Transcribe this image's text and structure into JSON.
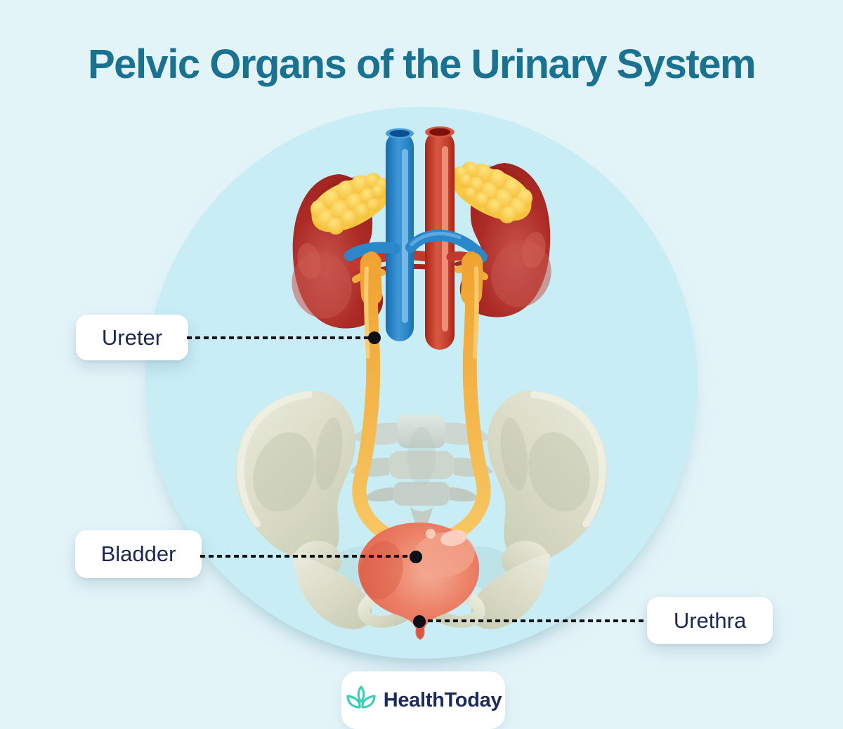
{
  "page": {
    "title": "Pelvic Organs of the Urinary System"
  },
  "annotations": {
    "ureter": {
      "label": "Ureter"
    },
    "bladder": {
      "label": "Bladder"
    },
    "urethra": {
      "label": "Urethra"
    }
  },
  "footer": {
    "brand": "HealthToday",
    "logo_icon": "lotus-icon"
  },
  "illustration": {
    "parts": [
      {
        "name": "left-kidney",
        "color": "#ad2b26"
      },
      {
        "name": "right-kidney",
        "color": "#ad2b26"
      },
      {
        "name": "adrenal-glands",
        "color": "#f8c943"
      },
      {
        "name": "inferior-vena-cava",
        "color": "#2e8ccb"
      },
      {
        "name": "abdominal-aorta",
        "color": "#cf4431"
      },
      {
        "name": "ureters",
        "color": "#f3ab3b"
      },
      {
        "name": "pelvic-bones",
        "color": "#d6d7c2"
      },
      {
        "name": "sacrum",
        "color": "#ccd7cf"
      },
      {
        "name": "bladder",
        "color": "#e8705a"
      },
      {
        "name": "urethra",
        "color": "#df5942"
      }
    ]
  },
  "colors": {
    "background": "#e3f4f9",
    "circle": "#c9edf5",
    "title_text": "#1a7190",
    "label_text": "#1c2553",
    "label_background": "#ffffff",
    "leader_line": "#0d1016",
    "logo_teal": "#3ecdb9",
    "logo_navy": "#1d2b5a"
  }
}
